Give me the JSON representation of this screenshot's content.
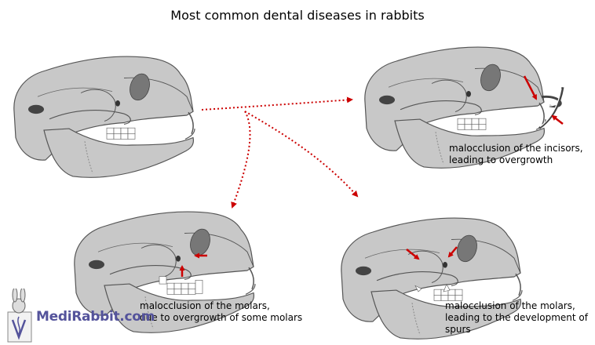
{
  "title": "Most common dental diseases in rabbits",
  "captions": {
    "incisors": {
      "line1": "malocclusion of the incisors,",
      "line2": "leading to overgrowth"
    },
    "molars_overgrowth": {
      "line1": "malocclusion of the molars,",
      "line2": "due to overgrowth of some molars"
    },
    "molars_spurs": {
      "line1": "malocclusion of the molars,",
      "line2": "leading to the development of",
      "line3": "spurs"
    }
  },
  "logo": {
    "text": "MediRabbit.com",
    "color": "#54539b"
  },
  "colors": {
    "arrow": "#cc0000",
    "skull_fill": "#c8c8c8",
    "skull_stroke": "#555555"
  },
  "icons": {
    "skull": "rabbit-skull-drawing",
    "logo": "rabbit-logo-icon"
  }
}
